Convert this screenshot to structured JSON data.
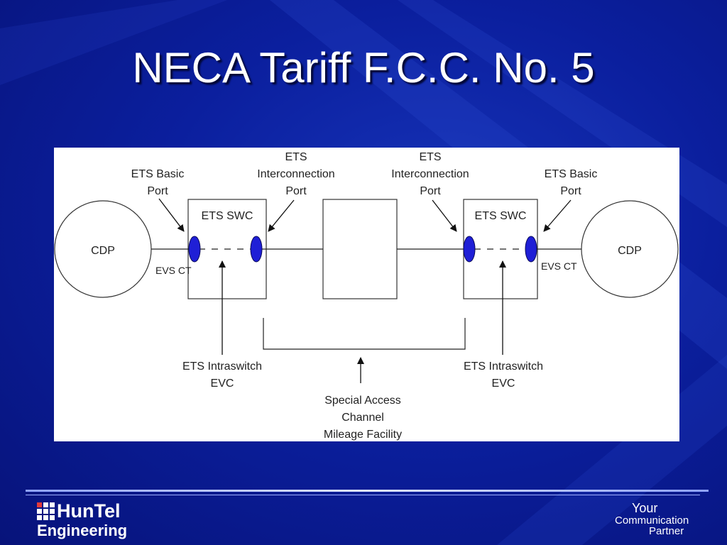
{
  "slide": {
    "title": "NECA Tariff F.C.C. No. 5"
  },
  "diagram": {
    "cdp_left": "CDP",
    "cdp_right": "CDP",
    "swc_left": "ETS SWC",
    "swc_right": "ETS SWC",
    "evs_left": "EVS CT",
    "evs_right": "EVS CT",
    "basic_port_left": [
      "ETS Basic",
      "Port"
    ],
    "basic_port_right": [
      "ETS Basic",
      "Port"
    ],
    "interconnect_left": [
      "ETS",
      "Interconnection",
      "Port"
    ],
    "interconnect_right": [
      "ETS",
      "Interconnection",
      "Port"
    ],
    "intraswitch_left": [
      "ETS Intraswitch",
      "EVC"
    ],
    "intraswitch_right": [
      "ETS Intraswitch",
      "EVC"
    ],
    "special_access": [
      "Special Access",
      "Channel",
      "Mileage Facility"
    ],
    "port_color": "#1f1fd6"
  },
  "footer": {
    "logo_name": "HunTel",
    "logo_sub": "Engineering",
    "tag_your": "Your",
    "tag_communication": "Communication",
    "tag_partner": "Partner"
  }
}
